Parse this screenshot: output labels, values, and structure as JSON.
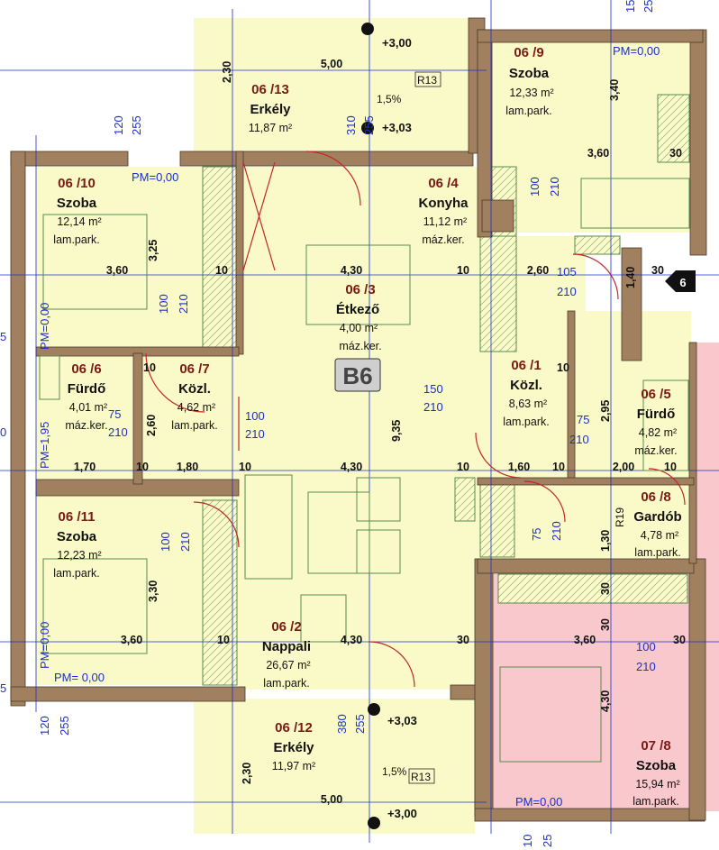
{
  "colors": {
    "room_fill": "#fafac8",
    "red_room_fill": "#f9c8cc",
    "wall": "#a0805e",
    "grid": "#1a2fd0",
    "door": "#c2262b",
    "room_id": "#7a1a14"
  },
  "badge": {
    "label": "B6"
  },
  "rooms": [
    {
      "id": "06 /13",
      "name": "Erkély",
      "area": "11,87 m²",
      "floor": ""
    },
    {
      "id": "06 /9",
      "name": "Szoba",
      "area": "12,33 m²",
      "floor": "lam.park."
    },
    {
      "id": "06 /10",
      "name": "Szoba",
      "area": "12,14 m²",
      "floor": "lam.park."
    },
    {
      "id": "06 /4",
      "name": "Konyha",
      "area": "11,12 m²",
      "floor": "máz.ker."
    },
    {
      "id": "06 /3",
      "name": "Étkező",
      "area": "4,00 m²",
      "floor": "máz.ker."
    },
    {
      "id": "06 /6",
      "name": "Fürdő",
      "area": "4,01 m²",
      "floor": "máz.ker."
    },
    {
      "id": "06 /7",
      "name": "Közl.",
      "area": "4,62 m²",
      "floor": "lam.park."
    },
    {
      "id": "06 /1",
      "name": "Közl.",
      "area": "8,63 m²",
      "floor": "lam.park."
    },
    {
      "id": "06 /5",
      "name": "Fürdő",
      "area": "4,82 m²",
      "floor": "máz.ker."
    },
    {
      "id": "06 /8",
      "name": "Gardób",
      "area": "4,78 m²",
      "floor": "lam.park."
    },
    {
      "id": "06 /11",
      "name": "Szoba",
      "area": "12,23 m²",
      "floor": "lam.park."
    },
    {
      "id": "06 /2",
      "name": "Nappali",
      "area": "26,67 m²",
      "floor": "lam.park."
    },
    {
      "id": "06 /12",
      "name": "Erkély",
      "area": "11,97 m²",
      "floor": ""
    },
    {
      "id": "07 /8",
      "name": "Szoba",
      "area": "15,94 m²",
      "floor": "lam.park."
    }
  ],
  "levels": [
    "+3,00",
    "+3,03",
    "+3,03",
    "+3,00"
  ],
  "slope": [
    "1,5%",
    "1,5%"
  ],
  "tags": [
    "R13",
    "R13",
    "R19"
  ],
  "stair_number": "6",
  "pm_labels": [
    "PM=0,00",
    "PM=0,00",
    "PM=0,00",
    "PM=0,00",
    "PM=1,95",
    "PM= 0,00",
    "PM=0,00"
  ],
  "dims_black": [
    "5,00",
    "2,30",
    "3,40",
    "3,60",
    "30",
    "3,25",
    "3,60",
    "10",
    "4,30",
    "10",
    "2,60",
    "30",
    "1,40",
    "10",
    "10",
    "2,60",
    "9,35",
    "1,70",
    "10",
    "1,80",
    "10",
    "4,30",
    "10",
    "1,60",
    "10",
    "2,00",
    "10",
    "2,95",
    "1,30",
    "3,30",
    "3,60",
    "10",
    "4,30",
    "30",
    "3,60",
    "30",
    "30",
    "30",
    "4,30",
    "2,30",
    "5,00"
  ],
  "dims_blue": [
    "120",
    "255",
    "310",
    "255",
    "15",
    "25",
    "100",
    "210",
    "105",
    "210",
    "100",
    "210",
    "150",
    "210",
    "100",
    "210",
    "75",
    "210",
    "75",
    "210",
    "75",
    "210",
    "100",
    "210",
    "100",
    "210",
    "120",
    "255",
    "380",
    "255",
    "10",
    "25",
    "5",
    "5",
    "0"
  ]
}
